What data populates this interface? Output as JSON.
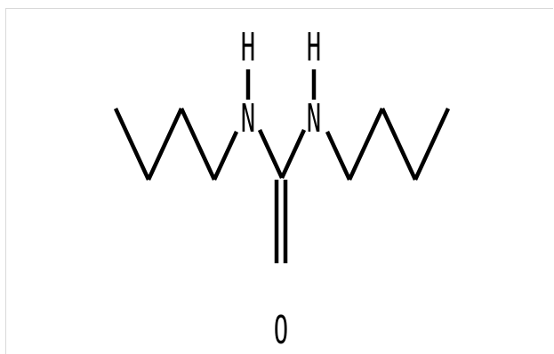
{
  "molecule": {
    "atoms": {
      "h_left": "H",
      "h_right": "H",
      "n_left": "N",
      "n_right": "N",
      "o": "O"
    }
  },
  "colors": {
    "bond": "#000000",
    "frame": "#d9d9d9",
    "background": "#ffffff"
  }
}
